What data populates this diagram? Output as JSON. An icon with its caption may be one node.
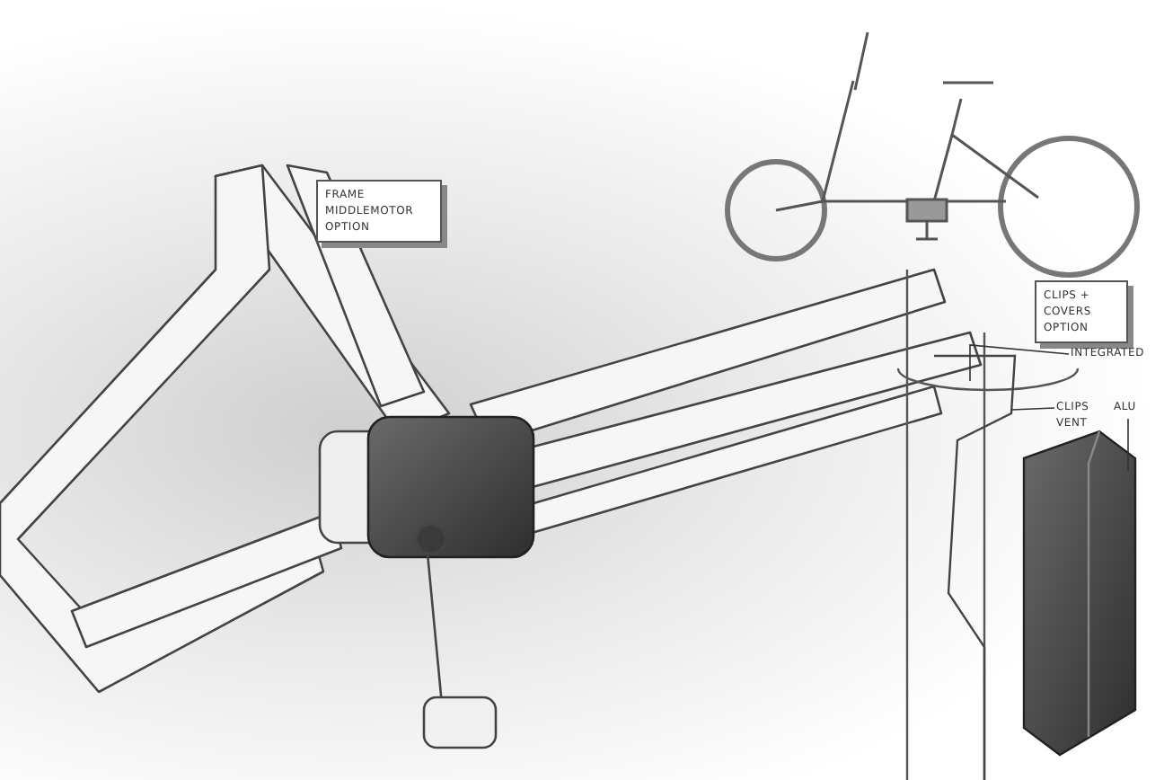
{
  "diagram": {
    "nodes": [
      {
        "text": [
          "FRAME MIDDLEMOTOR OPTION"
        ]
      },
      {
        "text": [
          "CLIPS + COVERS OPTION"
        ]
      },
      {
        "text": [
          "INTEGRATED"
        ]
      },
      {
        "text": [
          "CLIPS VENT"
        ]
      },
      {
        "text": [
          "ALU"
        ]
      }
    ],
    "edges": [
      {
        "from": 2,
        "to": null,
        "arrow": "none"
      },
      {
        "from": 3,
        "to": null,
        "arrow": "none"
      },
      {
        "from": 4,
        "to": null,
        "arrow": "none"
      }
    ]
  }
}
